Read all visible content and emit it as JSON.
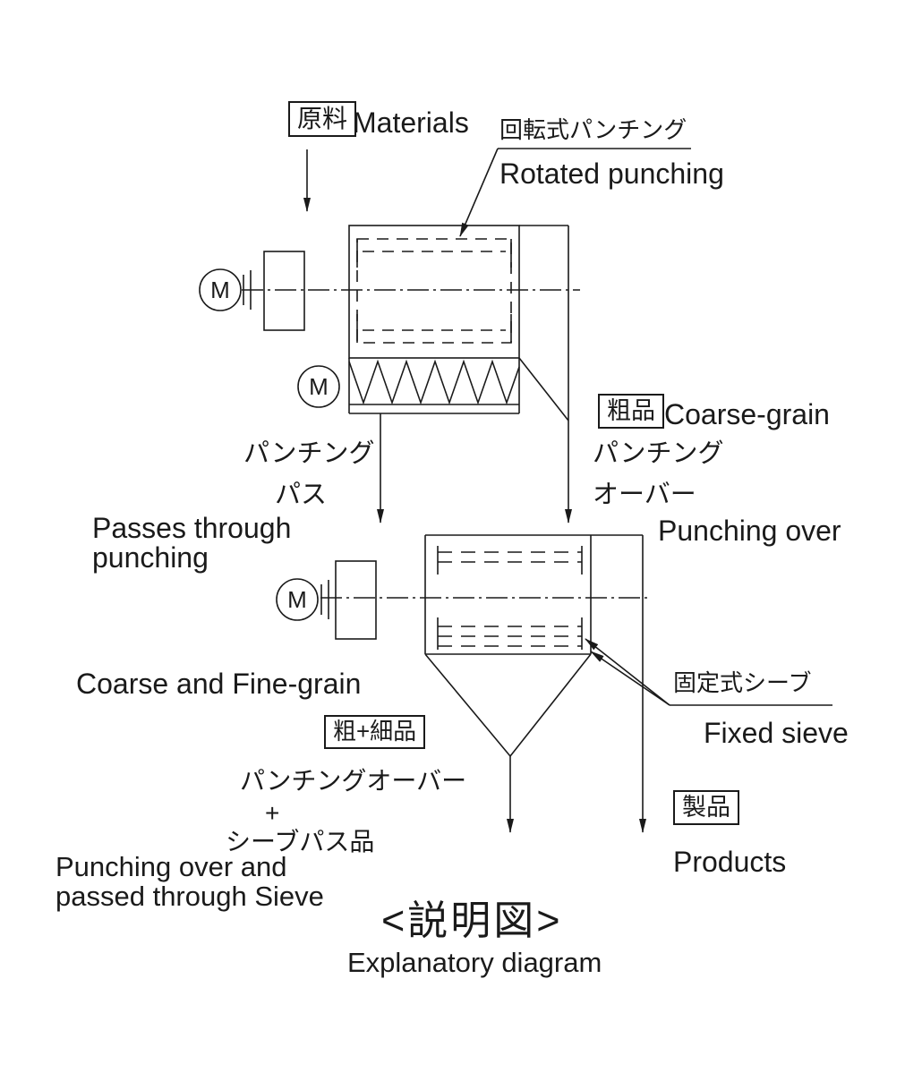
{
  "diagram": {
    "feed": {
      "jp": "原料",
      "en": "Materials"
    },
    "rotated_punching": {
      "jp": "回転式パンチング",
      "en": "Rotated punching"
    },
    "coarse_grain": {
      "jp": "粗品",
      "en": "Coarse-grain"
    },
    "punching_pass": {
      "jp_line1": "パンチング",
      "jp_line2": "パス",
      "en_line1": "Passes through",
      "en_line2": "punching"
    },
    "punching_over": {
      "jp_line1": "パンチング",
      "jp_line2": "オーバー",
      "en": "Punching over"
    },
    "fixed_sieve": {
      "jp": "固定式シーブ",
      "en": "Fixed sieve"
    },
    "coarse_and_fine": {
      "en": "Coarse and Fine-grain",
      "jp_box": "粗+細品"
    },
    "mixed_output": {
      "jp_line1": "パンチングオーバー",
      "jp_line2": "+",
      "jp_line3": "シーブパス品",
      "en_line1": "Punching over and",
      "en_line2": "passed through Sieve"
    },
    "products": {
      "jp": "製品",
      "en": "Products"
    },
    "caption": {
      "jp": "<説明図>",
      "en": "Explanatory diagram"
    },
    "motor_label": "M",
    "line_color": "#1a1a1a"
  }
}
